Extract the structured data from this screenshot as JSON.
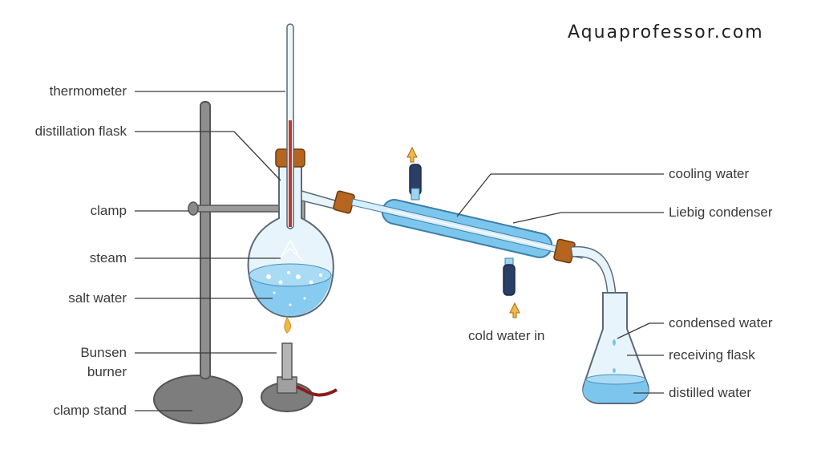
{
  "brand": "Aquaprofessor.com",
  "labels": {
    "thermometer": "thermometer",
    "distillation_flask": "distillation flask",
    "clamp": "clamp",
    "steam": "steam",
    "salt_water": "salt water",
    "bunsen_burner_line1": "Bunsen",
    "bunsen_burner_line2": "burner",
    "clamp_stand": "clamp stand",
    "cooling_water": "cooling water",
    "liebig_condenser": "Liebig condenser",
    "cold_water_in": "cold water in",
    "condensed_water": "condensed water",
    "receiving_flask": "receiving flask",
    "distilled_water": "distilled water"
  },
  "colors": {
    "water": "#7cc6ee",
    "glass_outline": "#5a6a7a",
    "stand": "#8a8a8a",
    "cork": "#b5651d",
    "flame": "#f2b84b",
    "tube": "#2a3e66"
  }
}
